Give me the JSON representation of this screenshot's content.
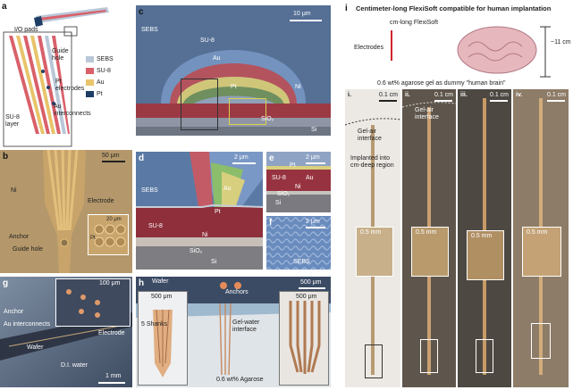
{
  "panels": {
    "a": {
      "label": "a",
      "io_pads": "I/O pads",
      "guide_hole": "Guide\nhole",
      "pt_electrodes": "Pt\nelectrodes",
      "au_interconnects": "Au\ninterconnects",
      "su8_layer": "SU-8\nlayer",
      "legend": [
        {
          "name": "SEBS",
          "color": "#b9c7d8"
        },
        {
          "name": "SU-8",
          "color": "#d9606a"
        },
        {
          "name": "Au",
          "color": "#e8c46a"
        },
        {
          "name": "Pt",
          "color": "#1f3e66"
        }
      ]
    },
    "b": {
      "label": "b",
      "scale": "50 μm",
      "ni": "Ni",
      "electrode": "Electrode",
      "anchor": "Anchor",
      "guide_hole": "Guide hole",
      "inset_scale": "20 μm",
      "pt": "Pt"
    },
    "c": {
      "label": "c",
      "scale": "10 μm",
      "sebs": "SEBS",
      "su8": "SU-8",
      "au": "Au",
      "pt": "Pt",
      "ni": "Ni",
      "sio2": "SiO₂",
      "si": "Si"
    },
    "d": {
      "label": "d",
      "scale": "2 μm",
      "sebs": "SEBS",
      "au": "Au",
      "pt": "Pt",
      "su8": "SU-8",
      "ni": "Ni",
      "sio2": "SiO₂",
      "si": "Si"
    },
    "e": {
      "label": "e",
      "scale": "2 μm",
      "pt": "Pt",
      "su8": "SU-8",
      "au": "Au",
      "ni": "Ni",
      "sio2": "SiO₂",
      "si": "Si"
    },
    "f": {
      "label": "f",
      "scale": "2 μm",
      "sebs": "SEBS"
    },
    "g": {
      "label": "g",
      "inset_scale": "100 μm",
      "anchor": "Anchor",
      "au_interconnects": "Au interconnects",
      "electrode": "Electrode",
      "wafer": "Wafer",
      "di_water": "D.I. water",
      "scale": "1 mm"
    },
    "h": {
      "label": "h",
      "scale": "500 μm",
      "wafer": "Wafer",
      "anchors": "Anchors",
      "inset1_scale": "500 μm",
      "shanks": "5 Shanks",
      "interface": "Gel-water\ninterface",
      "agarose": "0.6 wt% Agarose",
      "inset2_scale": "500 μm"
    },
    "i": {
      "label": "i",
      "title": "Centimeter-long FlexiSoft compatible for human implantation",
      "device": "cm-long FlexiSoft",
      "electrodes": "Electrodes",
      "size": "~11 cm",
      "gel": "0.6 wt% agarose gel as dummy \"human brain\"",
      "subpanels": [
        {
          "roman": "i.",
          "scale": "0.1 cm",
          "inset_scale": "0.5 mm",
          "interface": "Gel-air\ninterface",
          "note": "Implanted into\ncm-deep region"
        },
        {
          "roman": "ii.",
          "scale": "0.1 cm",
          "inset_scale": "0.5 mm",
          "interface": "Gel-air\ninterface"
        },
        {
          "roman": "iii.",
          "scale": "0.1 cm",
          "inset_scale": "0.5 mm"
        },
        {
          "roman": "iv.",
          "scale": "0.1 cm",
          "inset_scale": "0.5 mm"
        }
      ]
    }
  }
}
